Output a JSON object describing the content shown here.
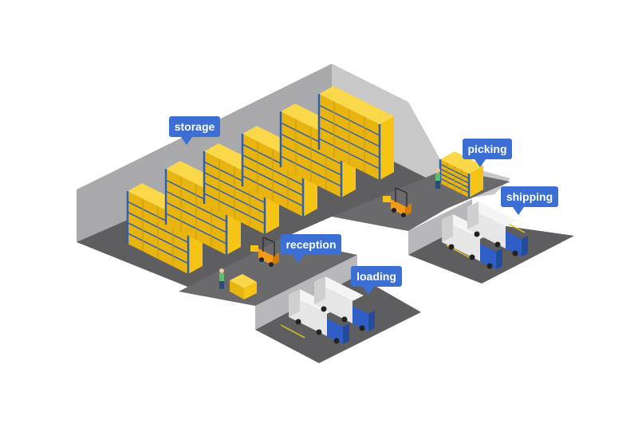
{
  "colors": {
    "label_bg": "#3b6fd4",
    "label_text": "#ffffff",
    "floor": "#5e5e60",
    "wall_light": "#c8c8c8",
    "wall_dark": "#a9a9ab",
    "shelf_box": "#f6c417",
    "rack_blue": "#2e5fb0",
    "truck_cab": "#2f5fc6",
    "forklift": "#f29a1a"
  },
  "labels": {
    "storage": "storage",
    "picking": "picking",
    "shipping": "shipping",
    "reception": "reception",
    "loading": "loading"
  },
  "icons": {
    "rack": "shelving-rack-icon",
    "truck": "delivery-truck-icon",
    "forklift": "forklift-icon",
    "worker": "worker-icon",
    "pallet": "pallet-icon"
  }
}
